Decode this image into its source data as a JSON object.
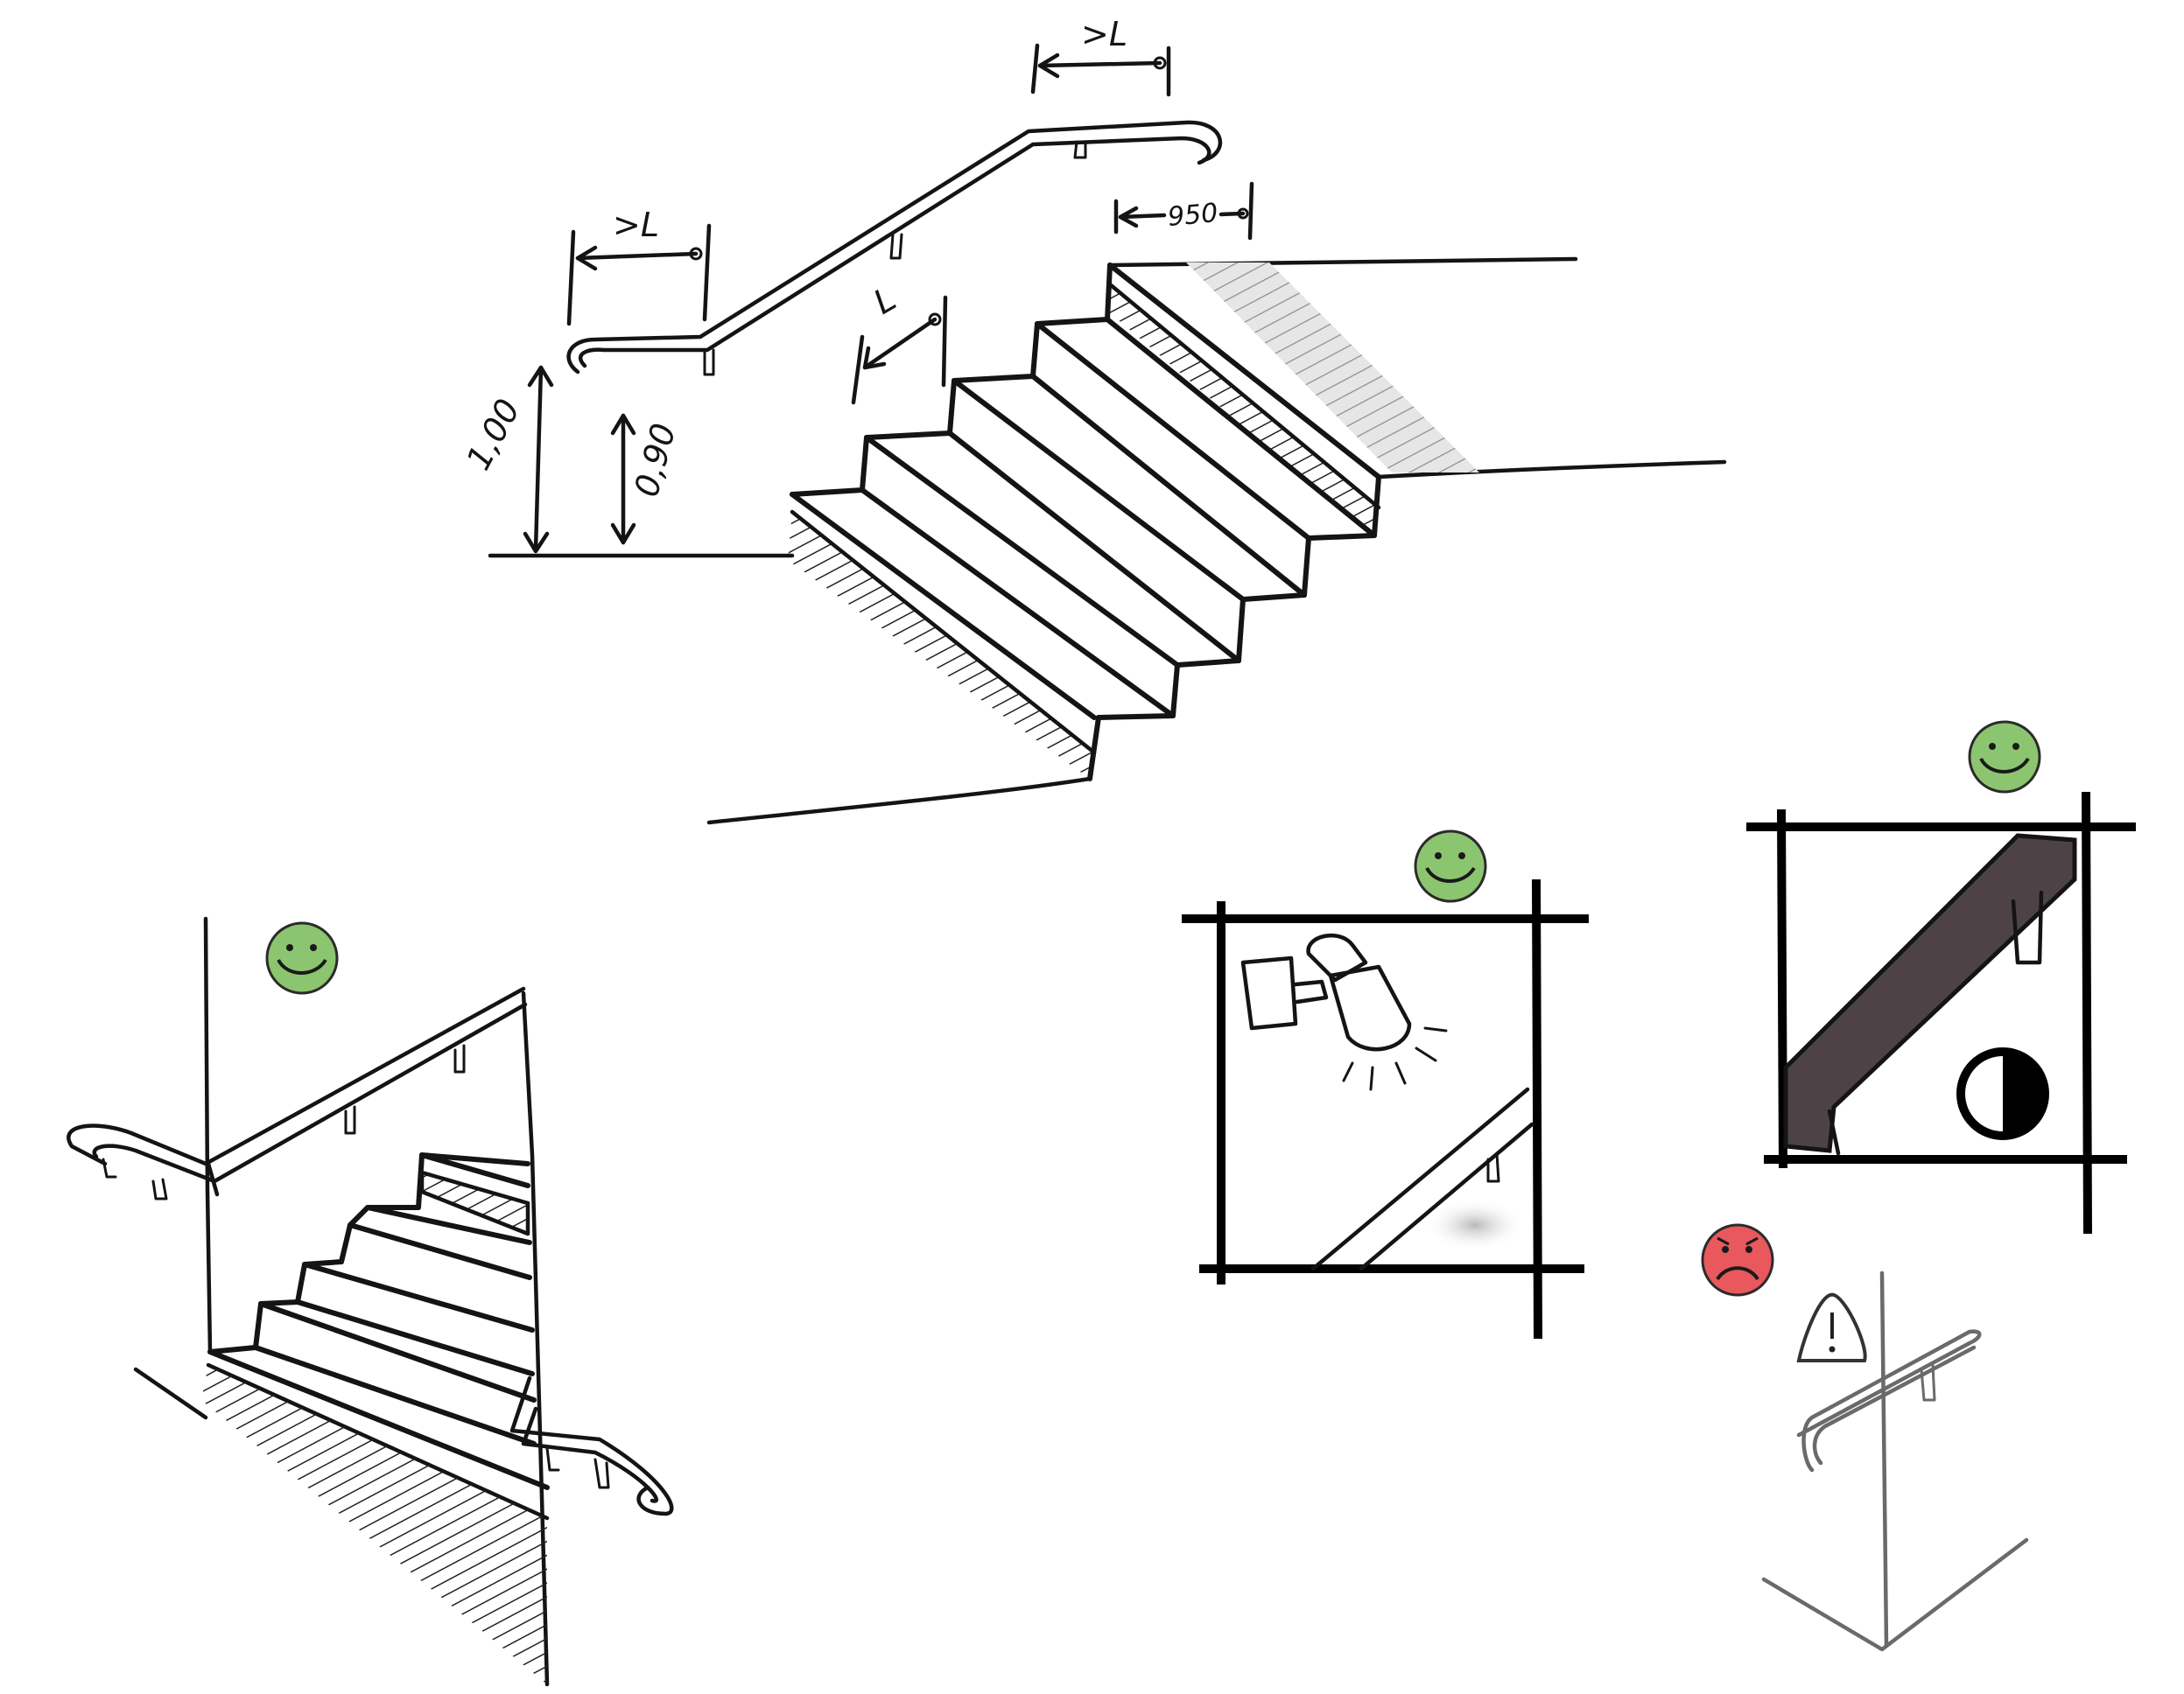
{
  "colors": {
    "positive": "#8cc56f",
    "negative": "#e8585c",
    "ink": "#141414",
    "handrail_fill": "#4d4346",
    "tread_shade": "#e4e4e4"
  },
  "icons": {
    "positive": "smiley-face-icon",
    "negative": "sad-face-icon",
    "warning": "warning-triangle-icon",
    "contrast": "contrast-icon",
    "lamp": "wall-lamp-icon"
  },
  "dimensions": {
    "handrail_height": "1,00",
    "lower_handrail_height": "0,90",
    "extension_top": ">L",
    "extension_bottom": ">L",
    "step_depth": "L",
    "nosing_mark": "950"
  }
}
